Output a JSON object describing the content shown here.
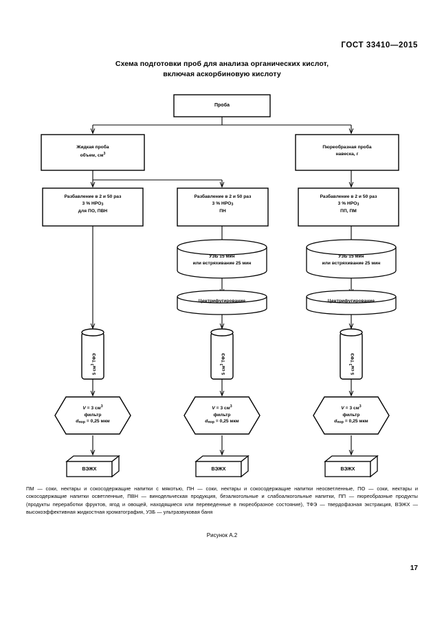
{
  "header": {
    "standard": "ГОСТ 33410—2015"
  },
  "figure": {
    "title_line1": "Схема подготовки проб для анализа органических кислот,",
    "title_line2": "включая аскорбиновую кислоту",
    "caption": "Рисунок А.2"
  },
  "nodes": {
    "sample": {
      "label": "Проба"
    },
    "liquid_sample": {
      "line1": "Жидкая проба",
      "line2_pre": "объем, см",
      "line2_sup": "3"
    },
    "puree_sample": {
      "line1": "Пюреобразная проба",
      "line2": "навеска, г"
    },
    "dilution_left": {
      "line1": "Разбавление в 2 и 50 раз",
      "line2_pre": "3 % HPO",
      "line2_sub": "3",
      "line3": "для ПО, ПВН"
    },
    "dilution_mid": {
      "line1": "Разбавление в 2 и 50 раз",
      "line2_pre": "3 % HPO",
      "line2_sub": "3",
      "line3": "ПН"
    },
    "dilution_right": {
      "line1": "Разбавление в 2 и 50 раз",
      "line2_pre": "3 % HPO",
      "line2_sub": "3",
      "line3": "ПП, ПМ"
    },
    "ultrasound_mid": {
      "line1": "УЗБ 15 мин",
      "line2": "или встряхивание 25 мин"
    },
    "ultrasound_right": {
      "line1": "УЗБ 15 мин",
      "line2": "или встряхивание 25 мин"
    },
    "centrifuge_mid": {
      "label": "Центрифугирование"
    },
    "centrifuge_right": {
      "label": "Центрифугирование"
    },
    "spe_left": {
      "label_pre": "5 см",
      "label_sup": "3",
      "label_post": " ТФЭ"
    },
    "spe_mid": {
      "label_pre": "5 см",
      "label_sup": "3",
      "label_post": " ТФЭ"
    },
    "spe_right": {
      "label_pre": "5 см",
      "label_sup": "3",
      "label_post": " ТФЭ"
    },
    "filter_left": {
      "line1_pre": "V",
      "line1_post": " = 3 см",
      "line1_sup": "3",
      "line2": "фильтр",
      "line3_pre": "d",
      "line3_sub": "пор",
      "line3_post": " = 0,25 мкм"
    },
    "filter_mid": {
      "line1_pre": "V",
      "line1_post": " = 3 см",
      "line1_sup": "3",
      "line2": "фильтр",
      "line3_pre": "d",
      "line3_sub": "пор",
      "line3_post": " = 0,25 мкм"
    },
    "filter_right": {
      "line1_pre": "V",
      "line1_post": " = 3 см",
      "line1_sup": "3",
      "line2": "фильтр",
      "line3_pre": "d",
      "line3_sub": "пор",
      "line3_post": " = 0,25 мкм"
    },
    "hplc_left": {
      "label": "ВЭЖХ"
    },
    "hplc_mid": {
      "label": "ВЭЖХ"
    },
    "hplc_right": {
      "label": "ВЭЖХ"
    }
  },
  "legend": {
    "text": "ПМ — соки, нектары и сокосодержащие напитки с мякотью, ПН — соки, нектары и сокосодержащие напитки неосветленные, ПО — соки, нектары и сокосодержащие напитки осветленные, ПВН — винодельческая продукция, безалкогольные и слабоалкогольные напитки, ПП — пюреобразные продукты (продукты переработки фруктов, ягод и овощей, находящиеся или переведенные в пюреобразное состояние), ТФЭ — твердофазная экстракция, ВЭЖХ — высокоэффективная жидкостная хроматография, УЗБ — ультразвуковая баня"
  },
  "footer": {
    "page_number": "17"
  },
  "colors": {
    "stroke": "#000000",
    "background": "#ffffff"
  }
}
